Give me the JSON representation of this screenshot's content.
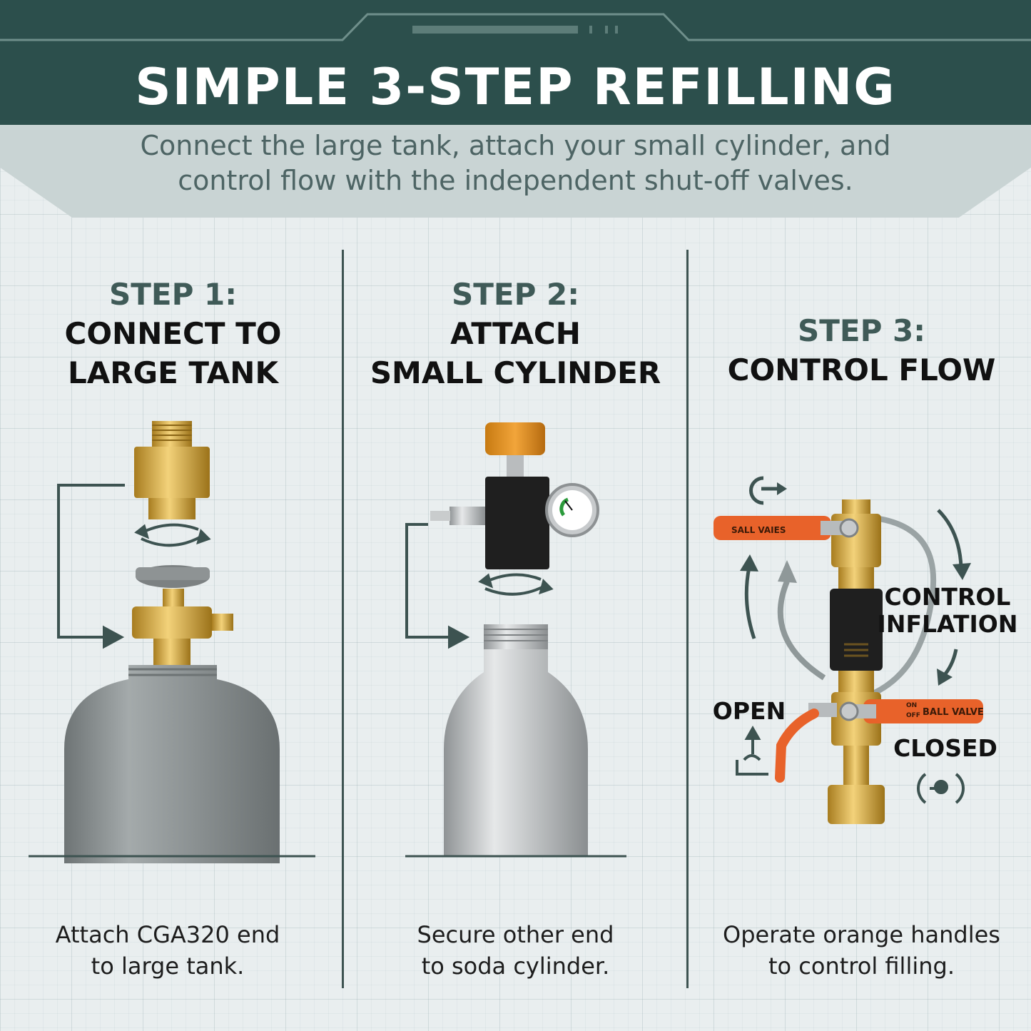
{
  "header": {
    "title": "SIMPLE 3-STEP REFILLING",
    "subtitle_line1": "Connect the large tank, attach your small cylinder, and",
    "subtitle_line2": "control flow with the independent shut-off valves."
  },
  "steps": [
    {
      "label": "STEP 1:",
      "title_line1": "CONNECT TO",
      "title_line2": "LARGE TANK",
      "caption_line1": "Attach CGA320 end",
      "caption_line2": "to large tank."
    },
    {
      "label": "STEP 2:",
      "title_line1": "ATTACH",
      "title_line2": "SMALL CYLINDER",
      "caption_line1": "Secure other end",
      "caption_line2": "to soda cylinder."
    },
    {
      "label": "STEP 3:",
      "title_line1": "CONTROL FLOW",
      "caption_line1": "Operate orange handles",
      "caption_line2": "to control filling."
    }
  ],
  "step3_callouts": {
    "control_line1": "CONTROL",
    "control_line2": "INFLATION",
    "open": "OPEN",
    "closed": "CLOSED",
    "valve_top_text": "SALL VAIES",
    "valve_bottom_text": "BALL VALVE",
    "valve_on": "ON",
    "valve_off": "OFF"
  },
  "colors": {
    "header": "#2c4f4c",
    "subtitle_band": "#c9d4d4",
    "accent_dark": "#3d5351",
    "brass": "#d9b24a",
    "orange": "#e8622a",
    "tank_gray": "#8f9596",
    "aluminum": "#c7cacc"
  },
  "icons": [
    "rotate-arrows-icon",
    "connector-arrow-icon",
    "flow-arrow-icon",
    "open-valve-icon",
    "closed-valve-icon",
    "rotate-handle-icon"
  ]
}
